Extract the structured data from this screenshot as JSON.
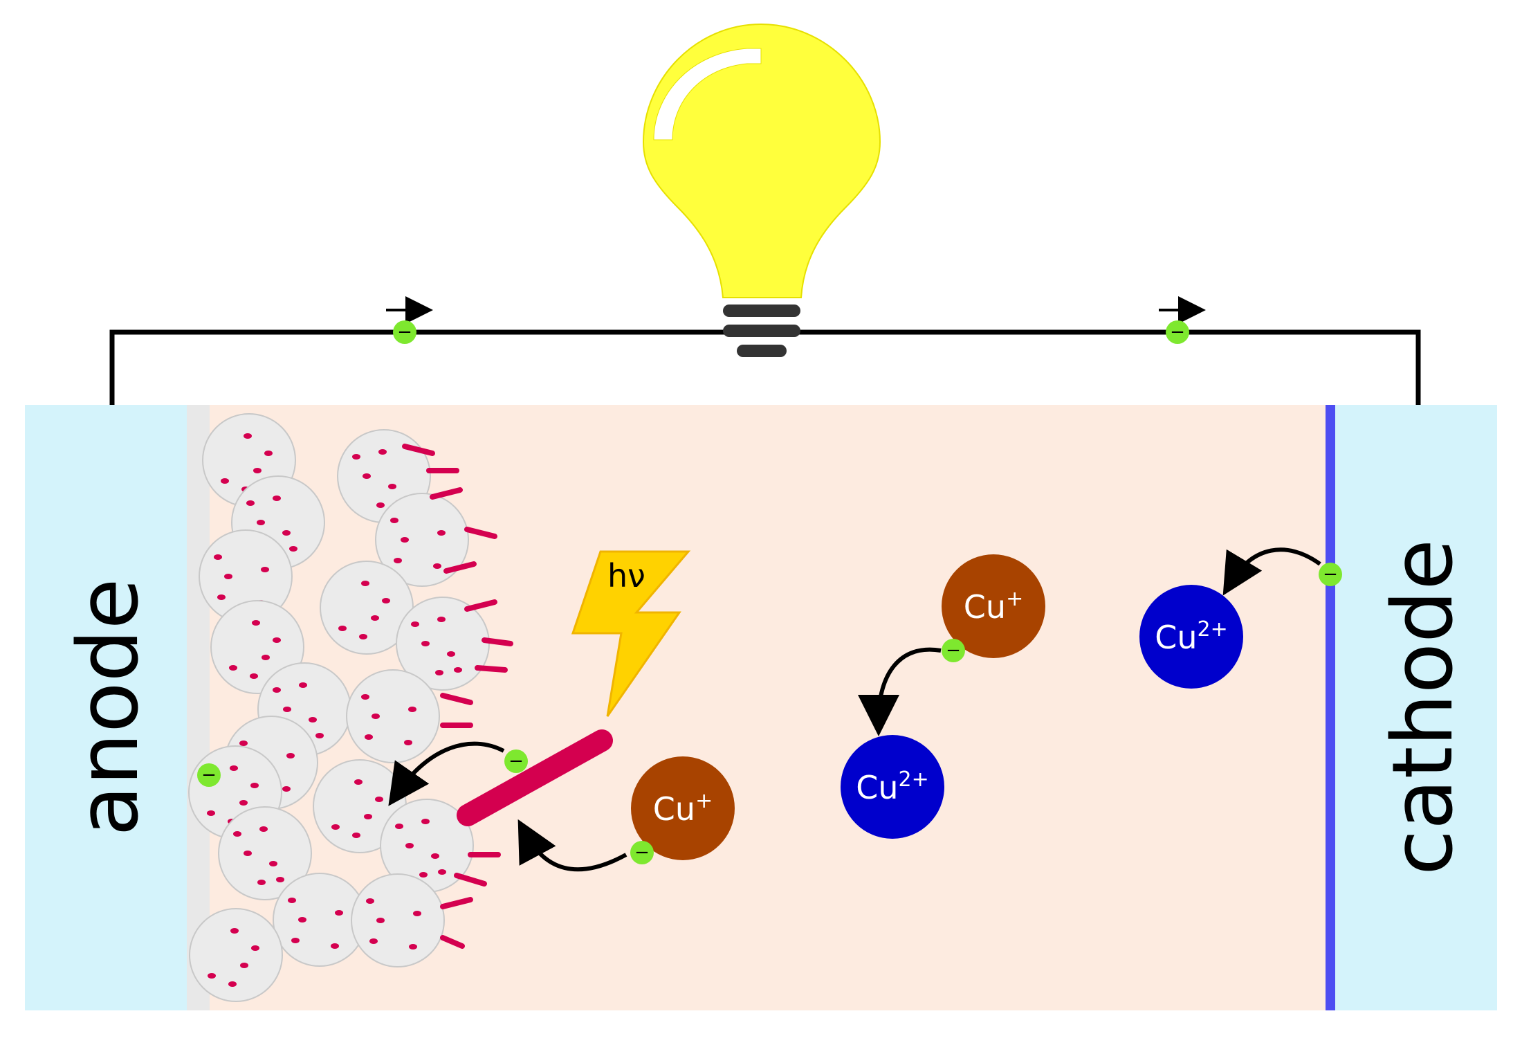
{
  "labels": {
    "anode": "anode",
    "cathode": "cathode",
    "photon": "hν"
  },
  "ions": {
    "cu1_base": "Cu",
    "cu1_charge": "+",
    "cu2_base": "Cu",
    "cu2_charge": "2+"
  },
  "electron_symbol": "−",
  "colors": {
    "electrode": "#d4f3fb",
    "electrolyte": "#fdebe0",
    "semiconductor_layer": "#e8e8e8",
    "nanoparticle": "#ebebeb",
    "dye": "#d4004f",
    "electron": "#7ee82f",
    "cu_plus": "#a84300",
    "cu_2plus": "#0000cc",
    "cathode_film": "#4d4df2",
    "bulb": "#ffff3c",
    "lightning": "#ffd200",
    "wire": "#000000"
  }
}
